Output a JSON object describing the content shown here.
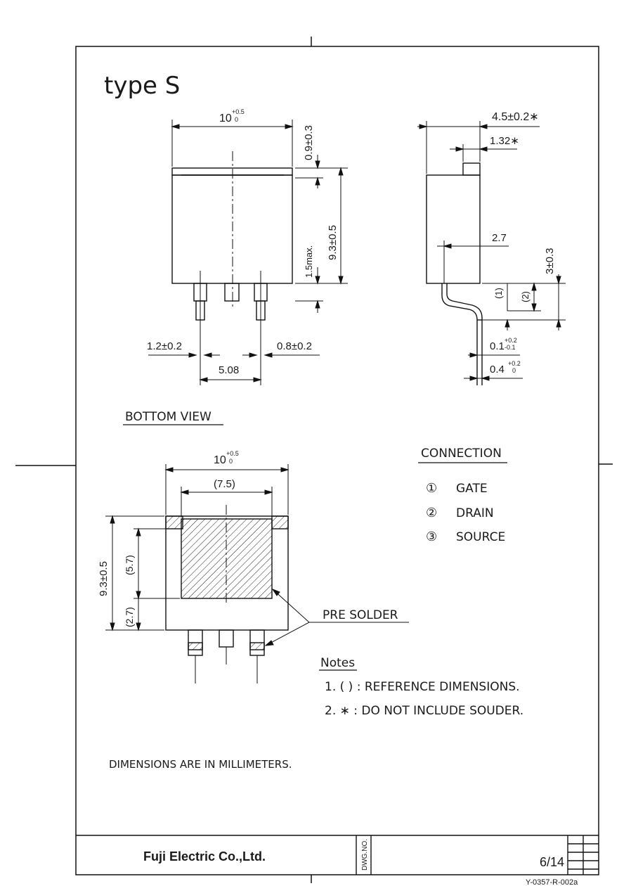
{
  "title": "type S",
  "side_dims": {
    "width_top": "10",
    "width_top_tol_plus": "+0.5",
    "width_top_tol_minus": "0",
    "tab_height": "0.9±0.3",
    "body_height": "9.3±0.5",
    "lead_offset": "1.5max.",
    "lead_width": "1.2±0.2",
    "lead_width2": "0.8±0.2",
    "pitch": "5.08"
  },
  "profile_dims": {
    "thickness": "4.5±0.2∗",
    "tab_thickness": "1.32∗",
    "lead_pos": "2.7",
    "height": "3±0.3",
    "ref1": "(1)",
    "ref2": "(2)",
    "standoff": "0.1",
    "standoff_tol_plus": "+0.2",
    "standoff_tol_minus": "-0.1",
    "lead_thick": "0.4",
    "lead_thick_tol_plus": "+0.2",
    "lead_thick_tol_minus": "0"
  },
  "bottom_view": {
    "label": "BOTTOM VIEW",
    "width": "10",
    "width_tol_plus": "+0.5",
    "width_tol_minus": "0",
    "pad_width": "(7.5)",
    "height": "9.3±0.5",
    "pad_height": "(5.7)",
    "lower": "(2.7)",
    "pre_solder": "PRE SOLDER"
  },
  "connection": {
    "title": "CONNECTION",
    "items": [
      {
        "num": "①",
        "label": "GATE"
      },
      {
        "num": "②",
        "label": "DRAIN"
      },
      {
        "num": "③",
        "label": "SOURCE"
      }
    ]
  },
  "notes": {
    "title": "Notes",
    "items": [
      "1. ( ) : REFERENCE DIMENSIONS.",
      "2. ∗ : DO NOT INCLUDE SOUDER."
    ]
  },
  "units_note": "DIMENSIONS ARE IN MILLIMETERS.",
  "title_block": {
    "company": "Fuji Electric Co.,Ltd.",
    "dwg_no_label": "DWG.NO.",
    "sheet": "6/14",
    "code": "Y-0357-R-002a"
  }
}
